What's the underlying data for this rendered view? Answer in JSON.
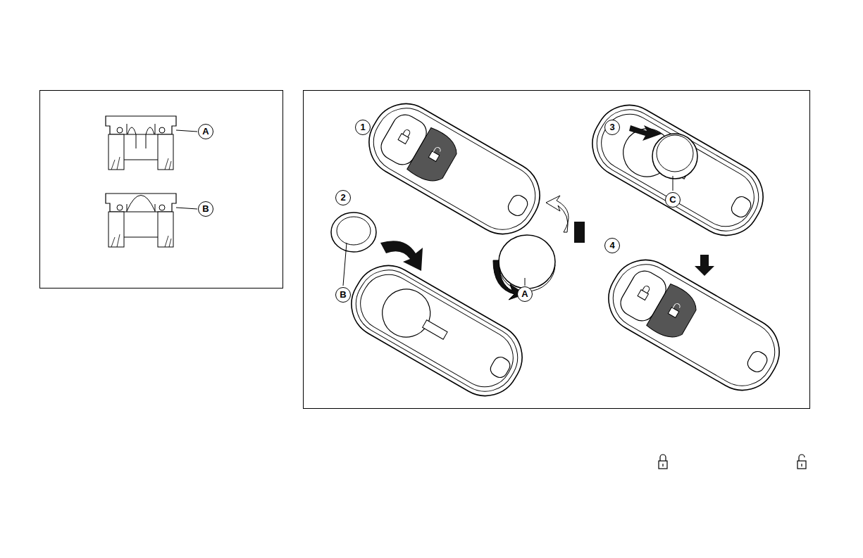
{
  "diagram": {
    "labels": [
      "A",
      "B",
      "1",
      "2",
      "3",
      "4",
      "B",
      "A",
      "C"
    ]
  }
}
